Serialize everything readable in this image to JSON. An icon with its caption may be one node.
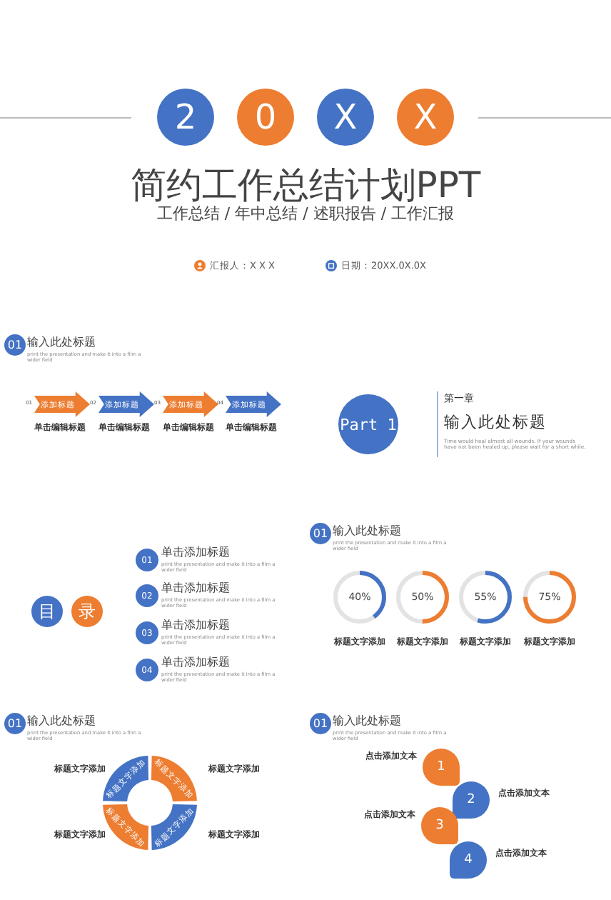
{
  "diagram": {
    "title": "简约工作总结计划PPT",
    "nodes": [
      {
        "text": [
          "2"
        ]
      },
      {
        "text": [
          "0"
        ]
      },
      {
        "text": [
          "X"
        ]
      },
      {
        "text": [
          "X"
        ]
      },
      {
        "text": [],
        "shape": "circle",
        "beside": [
          "汇报人：X X X"
        ]
      },
      {
        "text": [],
        "shape": "circle",
        "beside": [
          "日期：20XX.0X.0X"
        ]
      },
      {
        "text": [
          "01"
        ],
        "beside": [
          "输入此处标题",
          "print the presentation and make it into a film a wider field"
        ]
      },
      {
        "text": [
          "添加标题"
        ],
        "beside": [
          "01",
          "单击编辑标题"
        ]
      },
      {
        "text": [
          "添加标题"
        ],
        "beside": [
          "02",
          "单击编辑标题"
        ]
      },
      {
        "text": [
          "添加标题"
        ],
        "beside": [
          "03",
          "单击编辑标题"
        ]
      },
      {
        "text": [
          "添加标题"
        ],
        "beside": [
          "04",
          "单击编辑标题"
        ]
      },
      {
        "text": [
          "Part 1"
        ],
        "beside": [
          "第一章",
          "输入此处标题",
          "Time would heal almost all wounds. If your wounds have not been healed up, please wait for a short while."
        ]
      },
      {
        "text": [
          "目"
        ]
      },
      {
        "text": [
          "录"
        ]
      },
      {
        "text": [
          "01"
        ],
        "beside": [
          "单击添加标题",
          "print the presentation and make it into a film a wider field"
        ]
      },
      {
        "text": [
          "02"
        ],
        "beside": [
          "单击添加标题",
          "print the presentation and make it into a film a wider field"
        ]
      },
      {
        "text": [
          "03"
        ],
        "beside": [
          "单击添加标题",
          "print the presentation and make it into a film a wider field"
        ]
      },
      {
        "text": [
          "04"
        ],
        "beside": [
          "单击添加标题",
          "print the presentation and make it into a film a wider field"
        ]
      },
      {
        "text": [
          "01"
        ],
        "beside": [
          "输入此处标题",
          "print the presentation and make it into a film a wider field"
        ]
      },
      {
        "text": [
          "40%"
        ],
        "beside": [
          "标题文字添加"
        ]
      },
      {
        "text": [
          "50%"
        ],
        "beside": [
          "标题文字添加"
        ]
      },
      {
        "text": [
          "55%"
        ],
        "beside": [
          "标题文字添加"
        ]
      },
      {
        "text": [
          "75%"
        ],
        "beside": [
          "标题文字添加"
        ]
      },
      {
        "text": [
          "01"
        ],
        "beside": [
          "输入此处标题",
          "print the presentation and make it into a film a wider field"
        ]
      },
      {
        "text": [
          "标题文字添加"
        ],
        "beside": [
          "标题文字添加"
        ]
      },
      {
        "text": [
          "标题文字添加"
        ],
        "beside": [
          "标题文字添加"
        ]
      },
      {
        "text": [
          "标题文字添加"
        ],
        "beside": [
          "标题文字添加"
        ]
      },
      {
        "text": [
          "标题文字添加"
        ],
        "beside": [
          "标题文字添加"
        ]
      },
      {
        "text": [
          "01"
        ],
        "beside": [
          "输入此处标题",
          "print the presentation and make it into a film a wider field"
        ]
      },
      {
        "text": [
          "1"
        ],
        "beside": [
          "点击添加文本"
        ]
      },
      {
        "text": [
          "2"
        ],
        "beside": [
          "点击添加文本"
        ]
      },
      {
        "text": [
          "3"
        ],
        "beside": [
          "点击添加文本"
        ]
      },
      {
        "text": [
          "4"
        ],
        "beside": [
          "点击添加文本"
        ]
      }
    ],
    "labels": [
      "工作总结 / 年中总结 / 述职报告 / 工作汇报"
    ]
  }
}
